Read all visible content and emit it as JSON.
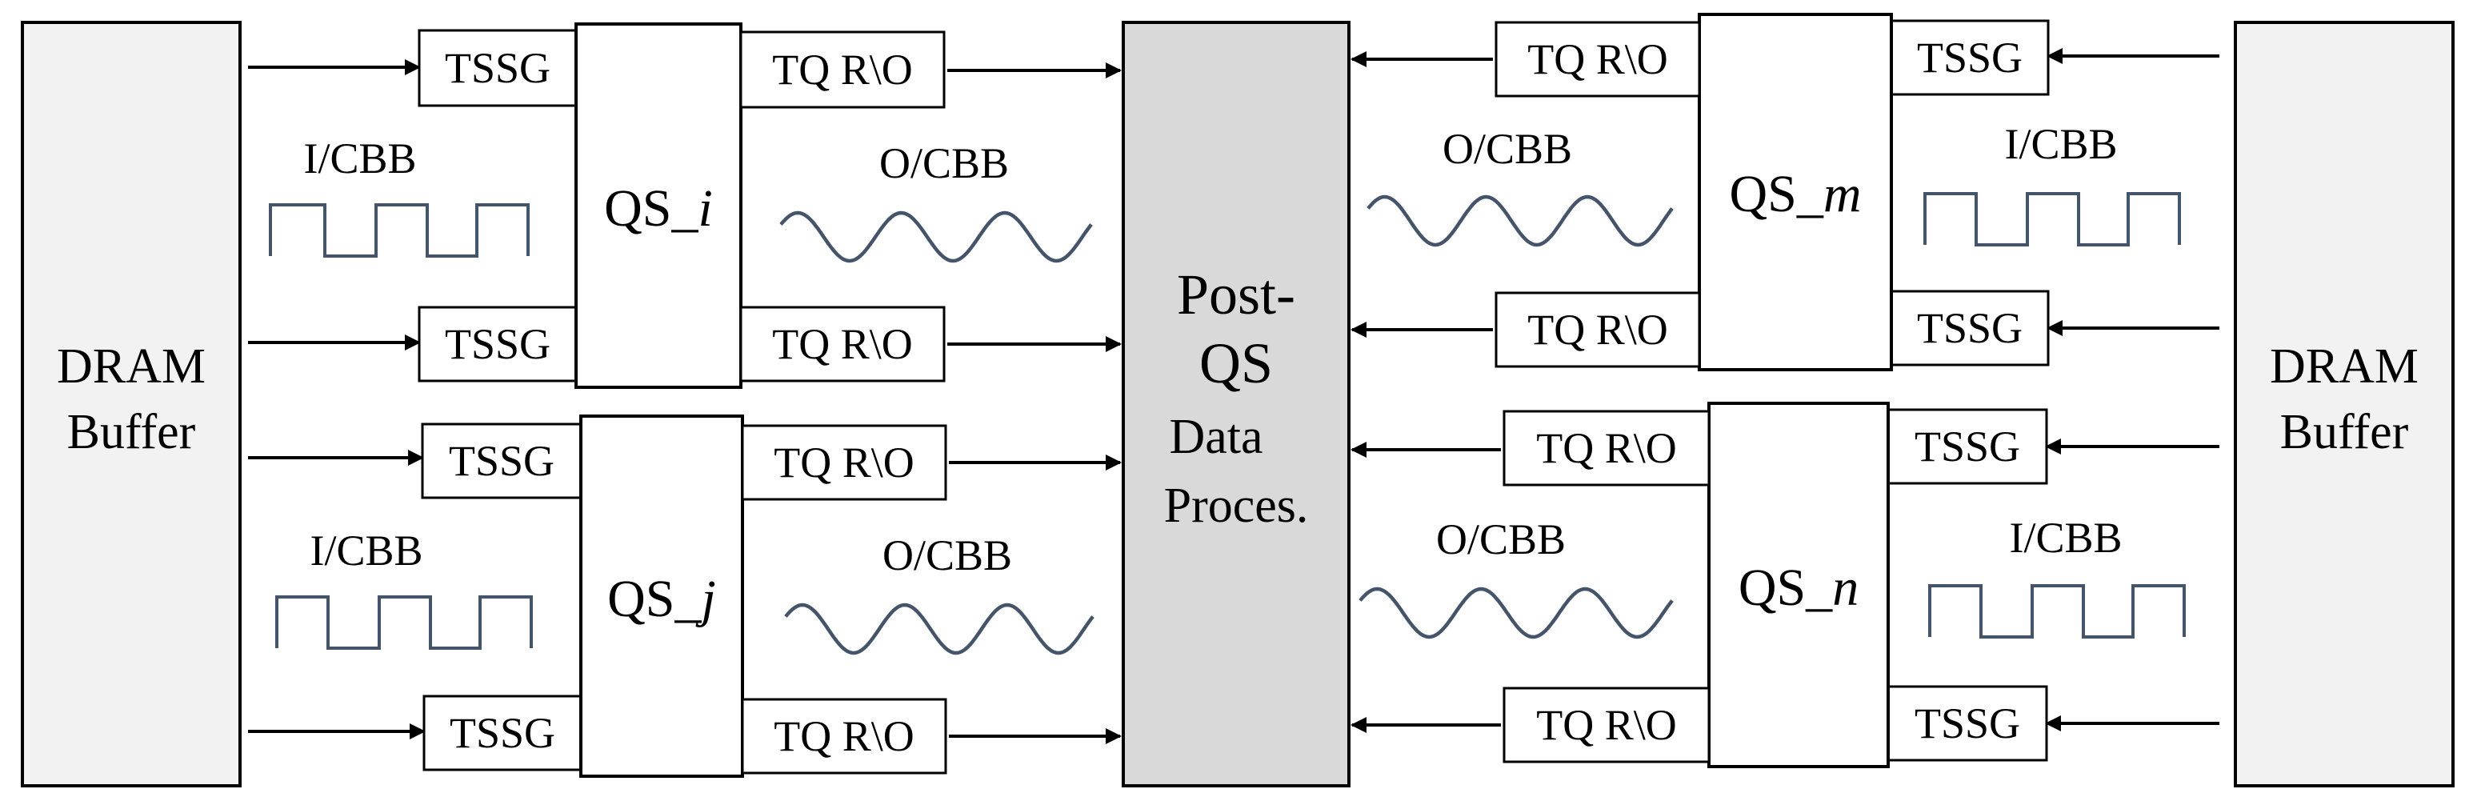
{
  "buffers": {
    "left": [
      "DRAM",
      "Buffer"
    ],
    "right": [
      "DRAM",
      "Buffer"
    ]
  },
  "center": {
    "line1": "Post-",
    "line2": "QS",
    "line3": "Data",
    "line4": "Proces."
  },
  "labels": {
    "tssg": "TSSG",
    "tqro": "TQ R\\O",
    "icbb": "I/CBB",
    "ocbb": "O/CBB"
  },
  "qs": {
    "i": {
      "prefix": "QS_",
      "sub": "i"
    },
    "j": {
      "prefix": "QS_",
      "sub": "j"
    },
    "m": {
      "prefix": "QS_",
      "sub": "m"
    },
    "n": {
      "prefix": "QS_",
      "sub": "n"
    }
  },
  "colors": {
    "signal": "#44546a",
    "buffer_fill": "#f2f2f2",
    "center_fill": "#d9d9d9"
  }
}
